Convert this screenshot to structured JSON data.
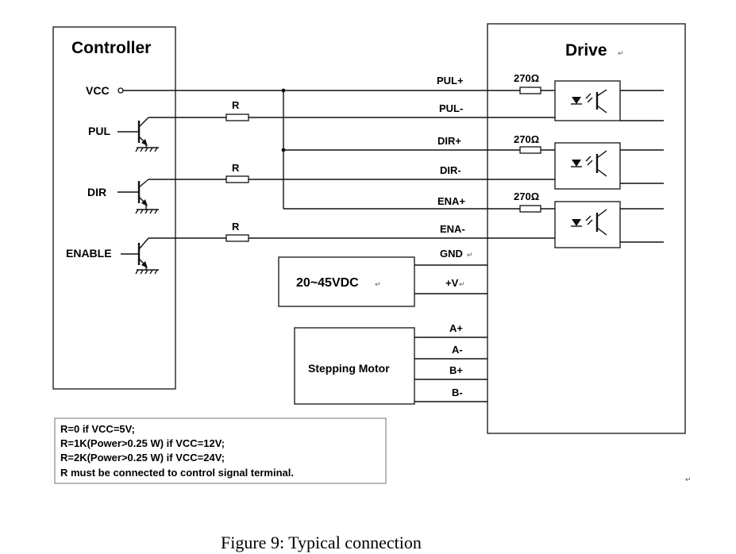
{
  "controller": {
    "title": "Controller",
    "signals": {
      "vcc": "VCC",
      "pul": "PUL",
      "dir": "DIR",
      "enable": "ENABLE"
    }
  },
  "drive": {
    "title": "Drive",
    "mark": "↵"
  },
  "resistors": {
    "r_label": "R",
    "input_label": "270Ω"
  },
  "pins": {
    "pul_plus": "PUL+",
    "pul_minus": "PUL-",
    "dir_plus": "DIR+",
    "dir_minus": "DIR-",
    "ena_plus": "ENA+",
    "ena_minus": "ENA-",
    "gnd": "GND",
    "vplus": "+V",
    "a_plus": "A+",
    "a_minus": "A-",
    "b_plus": "B+",
    "b_minus": "B-"
  },
  "power_supply": {
    "label": "20~45VDC"
  },
  "motor": {
    "label": "Stepping Motor"
  },
  "notes": [
    "R=0 if VCC=5V;",
    "R=1K(Power>0.25 W) if VCC=12V;",
    "R=2K(Power>0.25 W) if VCC=24V;",
    "R must be connected to control signal terminal."
  ],
  "return_mark": "↵",
  "caption": "Figure 9: Typical connection"
}
